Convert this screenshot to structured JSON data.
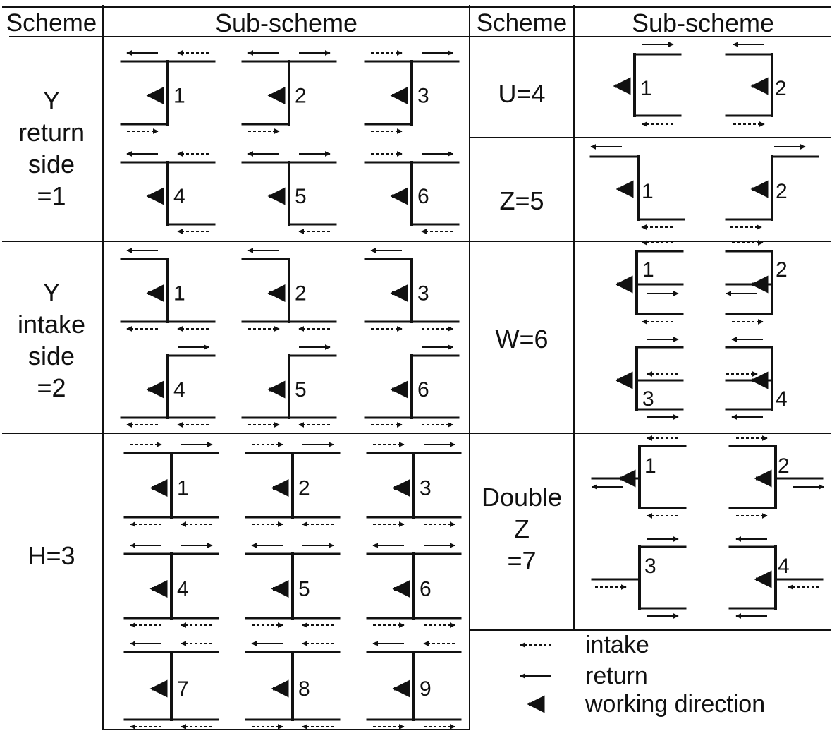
{
  "headers": {
    "left_scheme": "Scheme",
    "left_sub": "Sub-scheme",
    "right_scheme": "Scheme",
    "right_sub": "Sub-scheme"
  },
  "schemes": {
    "y_return": "Y\nreturn\nside\n=1",
    "y_intake": "Y\nintake\nside\n=2",
    "h": "H=3",
    "u": "U=4",
    "z": "Z=5",
    "w": "W=6",
    "double_z": "Double\nZ\n=7"
  },
  "sub_numbers": {
    "y_return": [
      "1",
      "2",
      "3",
      "4",
      "5",
      "6"
    ],
    "y_intake": [
      "1",
      "2",
      "3",
      "4",
      "5",
      "6"
    ],
    "h": [
      "1",
      "2",
      "3",
      "4",
      "5",
      "6",
      "7",
      "8",
      "9"
    ],
    "u": [
      "1",
      "2"
    ],
    "z": [
      "1",
      "2"
    ],
    "w": [
      "1",
      "2",
      "3",
      "4"
    ],
    "double_z": [
      "1",
      "2",
      "3",
      "4"
    ]
  },
  "legend": {
    "intake": "intake",
    "return": "return",
    "working": "working direction"
  }
}
